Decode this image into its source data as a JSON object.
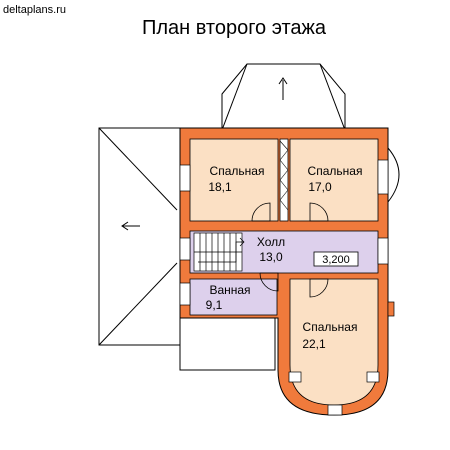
{
  "watermark": "deltaplans.ru",
  "title": "План второго этажа",
  "rooms": [
    {
      "name": "Спальная",
      "area": "18,1"
    },
    {
      "name": "Спальная",
      "area": "17,0"
    },
    {
      "name": "Холл",
      "area": "13,0"
    },
    {
      "name": "Ванная",
      "area": "9,1"
    },
    {
      "name": "Спальная",
      "area": "22,1"
    }
  ],
  "level_mark": "3,200",
  "colors": {
    "wall": "#f07a3c",
    "bedroom_fill": "#fbe0c4",
    "hall_fill": "#ddd0ec",
    "line": "#000000"
  }
}
